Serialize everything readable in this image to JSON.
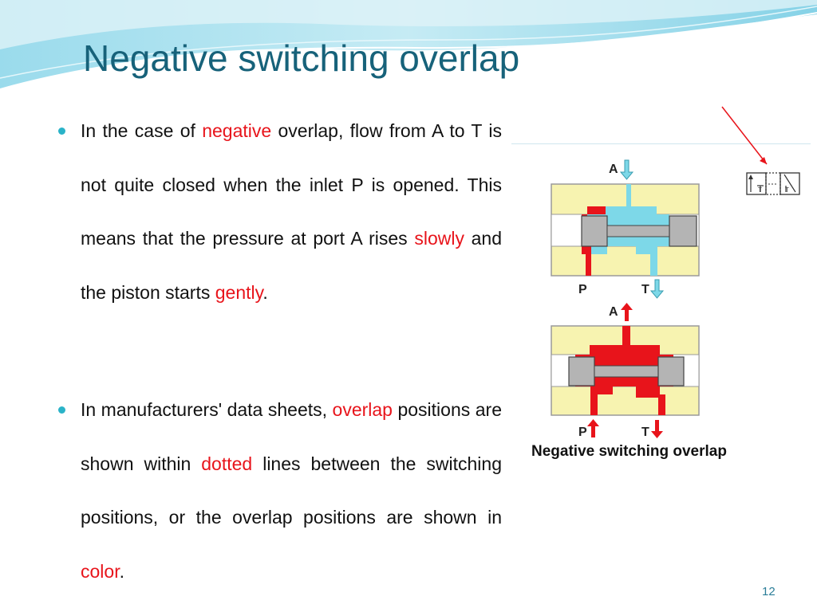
{
  "slide": {
    "title": "Negative switching overlap",
    "page_number": "12",
    "accent_color": "#17627a",
    "highlight_color": "#e8141b"
  },
  "bullets": [
    {
      "t1": "In the case of ",
      "h1": "negative",
      "t2": " overlap, flow from A to T is not quite closed when the inlet P is opened. This means that the pressure at port A rises ",
      "h2": "slowly",
      "t3": " and the piston starts ",
      "h3": "gently",
      "t4": "."
    },
    {
      "t1": "In manufacturers' data sheets, ",
      "h1": "overlap",
      "t2": " positions are shown within ",
      "h2": "dotted",
      "t3": " lines between the switching positions, or the overlap positions are shown in ",
      "h3": "color",
      "t4": "."
    }
  ],
  "figure": {
    "top_valve": {
      "port_a": "A",
      "port_p": "P",
      "port_t": "T"
    },
    "bottom_valve": {
      "port_a": "A",
      "port_p": "P",
      "port_t": "T"
    },
    "symbol": {
      "left_t": "T",
      "right_t": "T"
    },
    "caption": "Negative switching overlap",
    "colors": {
      "body": "#f7f3b0",
      "pressure": "#e8141b",
      "tank": "#7dd8e8",
      "spool": "#b4b4b4"
    }
  }
}
